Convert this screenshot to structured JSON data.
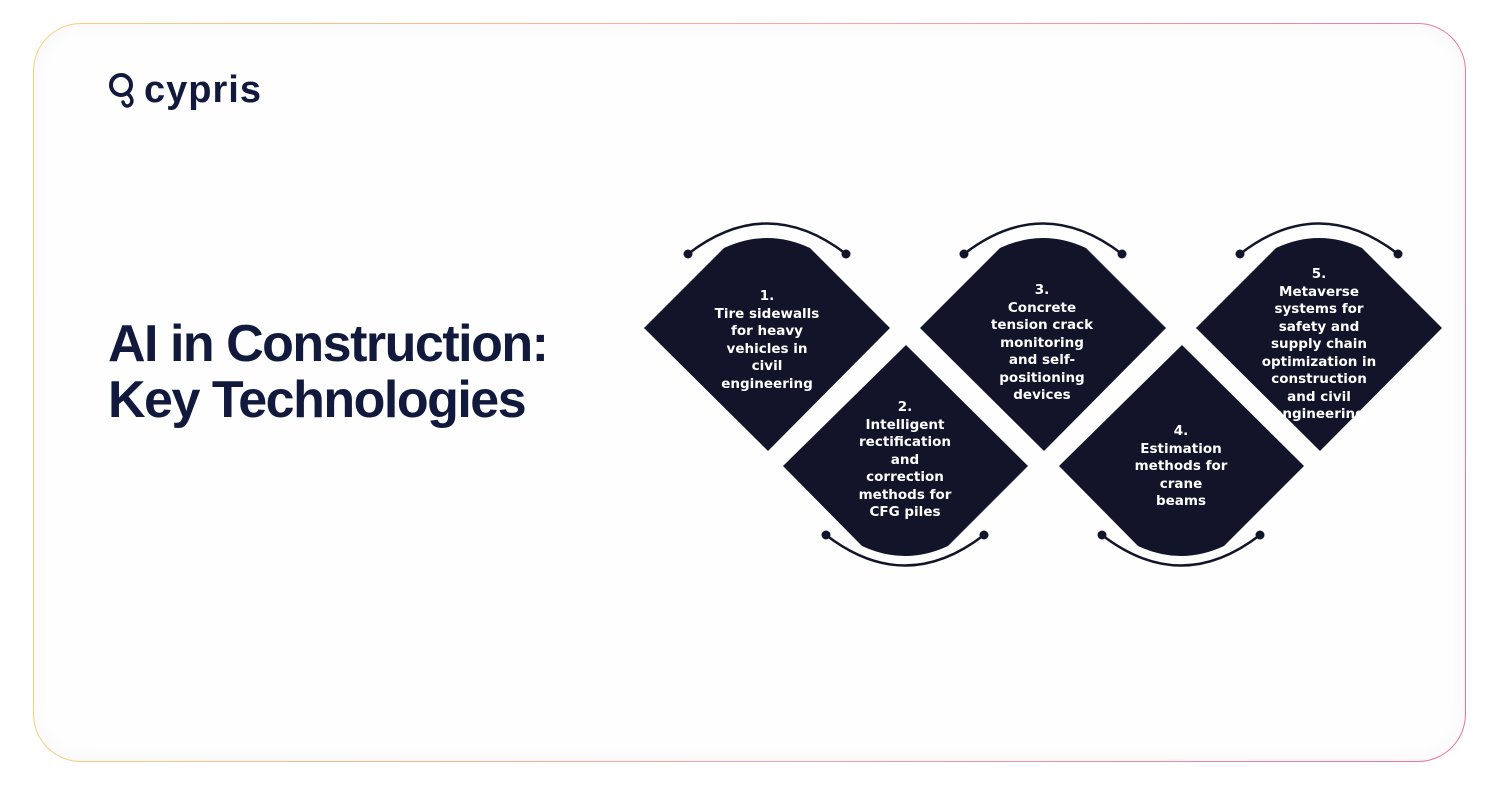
{
  "brand": {
    "name": "cypris"
  },
  "title": {
    "line1": "AI in Construction:",
    "line2": "Key Technologies"
  },
  "colors": {
    "navy": "#111a3d",
    "diamond": "#12152a",
    "border_start": "#f7d37a",
    "border_end": "#ea6f9c"
  },
  "steps": [
    {
      "num": "1.",
      "text": "Tire sidewalls for heavy vehicles in civil engineering"
    },
    {
      "num": "2.",
      "text": "Intelligent rectification and correction methods for CFG piles"
    },
    {
      "num": "3.",
      "text": "Concrete tension crack monitoring and self-positioning devices"
    },
    {
      "num": "4.",
      "text": "Estimation methods for crane beams"
    },
    {
      "num": "5.",
      "text": "Metaverse systems for safety and supply chain optimization in construction and civil engineering"
    }
  ]
}
